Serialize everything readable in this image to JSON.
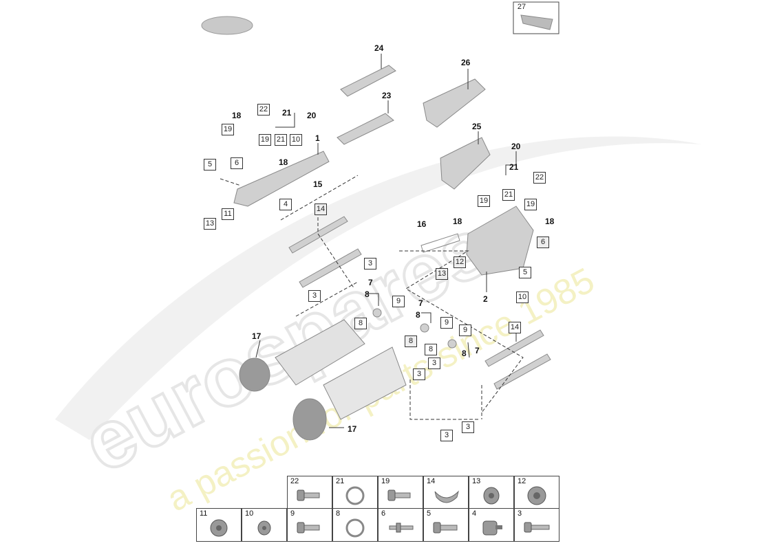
{
  "watermark": {
    "logo_text": "eurospares",
    "tagline": "a passion for parts since 1985"
  },
  "callouts": [
    {
      "id": "c27",
      "label": "27"
    },
    {
      "id": "c24",
      "label": "24"
    },
    {
      "id": "c26",
      "label": "26"
    },
    {
      "id": "c23",
      "label": "23"
    },
    {
      "id": "c25",
      "label": "25"
    },
    {
      "id": "c22a",
      "label": "22"
    },
    {
      "id": "c21a",
      "label": "21"
    },
    {
      "id": "c20a",
      "label": "20"
    },
    {
      "id": "c18a",
      "label": "18"
    },
    {
      "id": "c19a",
      "label": "19"
    },
    {
      "id": "c19b",
      "label": "19"
    },
    {
      "id": "c21b",
      "label": "21"
    },
    {
      "id": "c10a",
      "label": "10"
    },
    {
      "id": "c1",
      "label": "1"
    },
    {
      "id": "c18b",
      "label": "18"
    },
    {
      "id": "c5a",
      "label": "5"
    },
    {
      "id": "c6a",
      "label": "6"
    },
    {
      "id": "c15",
      "label": "15"
    },
    {
      "id": "c4",
      "label": "4"
    },
    {
      "id": "c11",
      "label": "11"
    },
    {
      "id": "c13a",
      "label": "13"
    },
    {
      "id": "c14a",
      "label": "14"
    },
    {
      "id": "c20b",
      "label": "20"
    },
    {
      "id": "c21c",
      "label": "21"
    },
    {
      "id": "c22b",
      "label": "22"
    },
    {
      "id": "c21d",
      "label": "21"
    },
    {
      "id": "c19c",
      "label": "19"
    },
    {
      "id": "c19d",
      "label": "19"
    },
    {
      "id": "c18c",
      "label": "18"
    },
    {
      "id": "c18d",
      "label": "18"
    },
    {
      "id": "c16",
      "label": "16"
    },
    {
      "id": "c6b",
      "label": "6"
    },
    {
      "id": "c12",
      "label": "12"
    },
    {
      "id": "c13b",
      "label": "13"
    },
    {
      "id": "c5b",
      "label": "5"
    },
    {
      "id": "c10b",
      "label": "10"
    },
    {
      "id": "c2",
      "label": "2"
    },
    {
      "id": "c3a",
      "label": "3"
    },
    {
      "id": "c3b",
      "label": "3"
    },
    {
      "id": "c7a",
      "label": "7"
    },
    {
      "id": "c8a",
      "label": "8"
    },
    {
      "id": "c9a",
      "label": "9"
    },
    {
      "id": "c8b",
      "label": "8"
    },
    {
      "id": "c7b",
      "label": "7"
    },
    {
      "id": "c8c",
      "label": "8"
    },
    {
      "id": "c9b",
      "label": "9"
    },
    {
      "id": "c8d",
      "label": "8"
    },
    {
      "id": "c9c",
      "label": "9"
    },
    {
      "id": "c8e",
      "label": "8"
    },
    {
      "id": "c8f",
      "label": "8"
    },
    {
      "id": "c7c",
      "label": "7"
    },
    {
      "id": "c14b",
      "label": "14"
    },
    {
      "id": "c3c",
      "label": "3"
    },
    {
      "id": "c3d",
      "label": "3"
    },
    {
      "id": "c3e",
      "label": "3"
    },
    {
      "id": "c3f",
      "label": "3"
    },
    {
      "id": "c17a",
      "label": "17"
    },
    {
      "id": "c17b",
      "label": "17"
    }
  ],
  "legend": {
    "row1": [
      {
        "number": "22",
        "part": "bolt"
      },
      {
        "number": "21",
        "part": "seal-ring"
      },
      {
        "number": "19",
        "part": "bolt"
      },
      {
        "number": "14",
        "part": "half-ring"
      },
      {
        "number": "13",
        "part": "plug"
      },
      {
        "number": "12",
        "part": "plug"
      }
    ],
    "row2": [
      {
        "number": "11",
        "part": "plug"
      },
      {
        "number": "10",
        "part": "plug"
      },
      {
        "number": "9",
        "part": "bolt"
      },
      {
        "number": "8",
        "part": "seal-ring"
      },
      {
        "number": "6",
        "part": "stud"
      },
      {
        "number": "5",
        "part": "bolt"
      },
      {
        "number": "4",
        "part": "sensor"
      },
      {
        "number": "3",
        "part": "bolt"
      }
    ]
  }
}
